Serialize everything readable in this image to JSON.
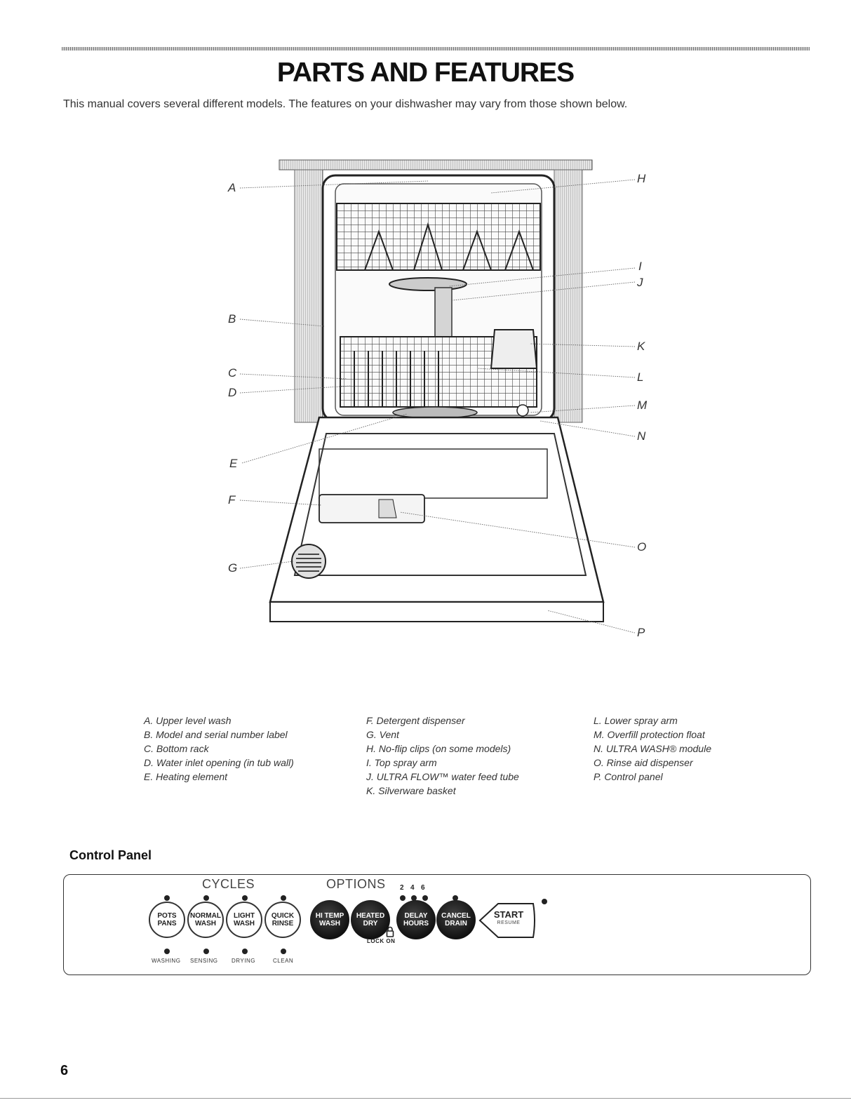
{
  "page": {
    "title": "PARTS AND FEATURES",
    "intro": "This manual covers several different models. The features on your dishwasher may vary from those shown below.",
    "page_number": "6"
  },
  "diagram": {
    "callouts": {
      "A": "A",
      "B": "B",
      "C": "C",
      "D": "D",
      "E": "E",
      "F": "F",
      "G": "G",
      "H": "H",
      "I": "I",
      "J": "J",
      "K": "K",
      "L": "L",
      "M": "M",
      "N": "N",
      "O": "O",
      "P": "P"
    }
  },
  "legend": {
    "col1": [
      "A. Upper level wash",
      "B. Model and serial number label",
      "C. Bottom rack",
      "D. Water inlet opening (in tub wall)",
      "E. Heating element"
    ],
    "col2": [
      "F. Detergent dispenser",
      "G. Vent",
      "H. No-flip clips (on some models)",
      "I. Top spray arm",
      "J. ULTRA FLOW™ water feed tube",
      "K. Silverware basket"
    ],
    "col3": [
      "L. Lower spray arm",
      "M. Overfill protection float",
      "N. ULTRA WASH® module",
      "O. Rinse aid dispenser",
      "P. Control panel"
    ]
  },
  "control_panel": {
    "heading": "Control Panel",
    "cycles_label": "CYCLES",
    "options_label": "OPTIONS",
    "delay_numbers": [
      "2",
      "4",
      "6"
    ],
    "cycles": [
      {
        "line1": "POTS",
        "line2": "PANS"
      },
      {
        "line1": "NORMAL",
        "line2": "WASH"
      },
      {
        "line1": "LIGHT",
        "line2": "WASH"
      },
      {
        "line1": "QUICK",
        "line2": "RINSE"
      }
    ],
    "options": [
      {
        "line1": "HI TEMP",
        "line2": "WASH"
      },
      {
        "line1": "HEATED",
        "line2": "DRY"
      },
      {
        "line1": "DELAY",
        "line2": "HOURS"
      },
      {
        "line1": "CANCEL",
        "line2": "DRAIN"
      }
    ],
    "lock_label": "LOCK ON",
    "start_label": "START",
    "resume_label": "RESUME",
    "status": [
      "WASHING",
      "SENSING",
      "DRYING",
      "CLEAN"
    ],
    "colors": {
      "panel_border": "#333333",
      "option_fill": "#111111"
    }
  }
}
